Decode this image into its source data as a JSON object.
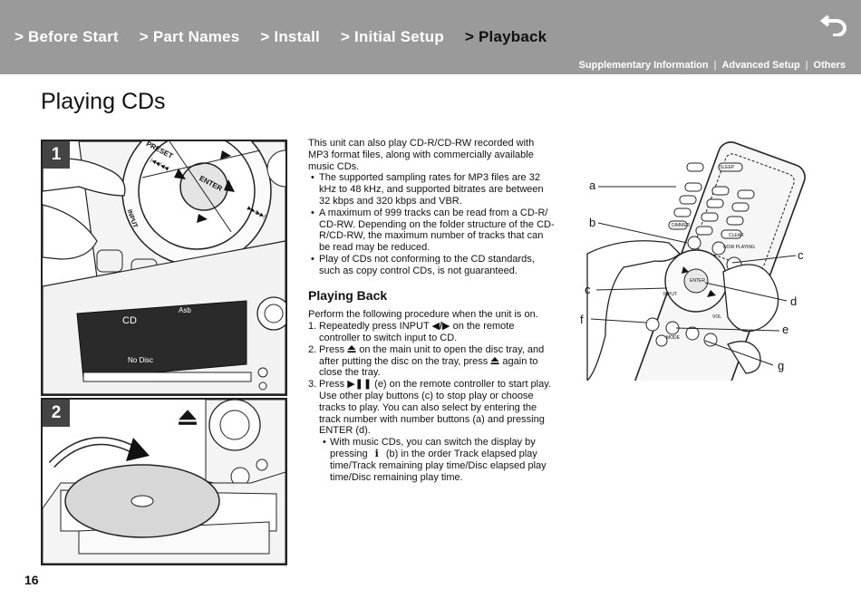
{
  "nav": {
    "items": [
      {
        "label": "> Before Start"
      },
      {
        "label": "> Part Names"
      },
      {
        "label": "> Install"
      },
      {
        "label": "> Initial Setup"
      },
      {
        "label": "> Playback"
      }
    ],
    "active_index": 4,
    "back_icon": "return-arrow-icon"
  },
  "subnav": {
    "supplementary": "Supplementary Information",
    "advanced": "Advanced Setup",
    "others": "Others",
    "separator": "|"
  },
  "page": {
    "title": "Playing CDs",
    "page_number": "16"
  },
  "figures": {
    "step1": "1",
    "step2": "2",
    "remote_labels": {
      "preset": "PRESET",
      "input": "INPUT",
      "enter": "ENTER",
      "prev": "|◀◀/◀◀",
      "next": "▶▶/▶▶|"
    },
    "display": {
      "cd": "CD",
      "asb": "Asb",
      "nodisc": "No Disc"
    },
    "callouts": {
      "a": "a",
      "b": "b",
      "c1": "c",
      "c2": "c",
      "d": "d",
      "e": "e",
      "f": "f",
      "g": "g"
    },
    "remote_buttons": {
      "sleep": "SLEEP",
      "dimmer": "DIMMER",
      "clear": "CLEAR",
      "now_playing": "NOW PLAYING",
      "enter": "ENTER",
      "vol": "VOL",
      "input": "INPUT",
      "mode": "MODE"
    }
  },
  "body": {
    "intro": "This unit can also play CD-R/CD-RW recorded with MP3 format files, along with commercially available music CDs.",
    "bullets": [
      "The supported sampling rates for MP3 files are 32 kHz to 48 kHz, and supported bitrates are between 32 kbps and 320 kbps and VBR.",
      "A maximum of 999 tracks can be read from a CD-R/ CD-RW. Depending on the folder structure of the CD-R/CD-RW, the maximum number of tracks that can be read may be reduced.",
      "Play of CDs not conforming to the CD standards, such as copy control CDs, is not guaranteed."
    ],
    "section_heading": "Playing Back",
    "procedure_intro": "Perform the following procedure when the unit is on.",
    "steps": [
      {
        "n": "1.",
        "pre": "Repeatedly press INPUT ",
        "sym": "◀/▶",
        "post": " on the remote controller to switch input to CD."
      },
      {
        "n": "2.",
        "pre": "Press ",
        "mid": " on the main unit to open the disc tray, and after putting the disc on the tray, press ",
        "post": " again to close the tray."
      },
      {
        "n": "3.",
        "pre": "Press ",
        "sym": "▶❚❚",
        "post": " (e) on the remote controller to start play. Use other play buttons (c) to stop play or choose tracks to play. You can also select by entering the track number with number buttons (a) and pressing ENTER (d)."
      }
    ],
    "sub_bullet_pre": "With music CDs, you can switch the display by pressing ",
    "sub_bullet_sym": "i",
    "sub_bullet_post": " (b) in the order Track elapsed play time/Track remaining play time/Disc elapsed play time/Disc remaining play time."
  }
}
